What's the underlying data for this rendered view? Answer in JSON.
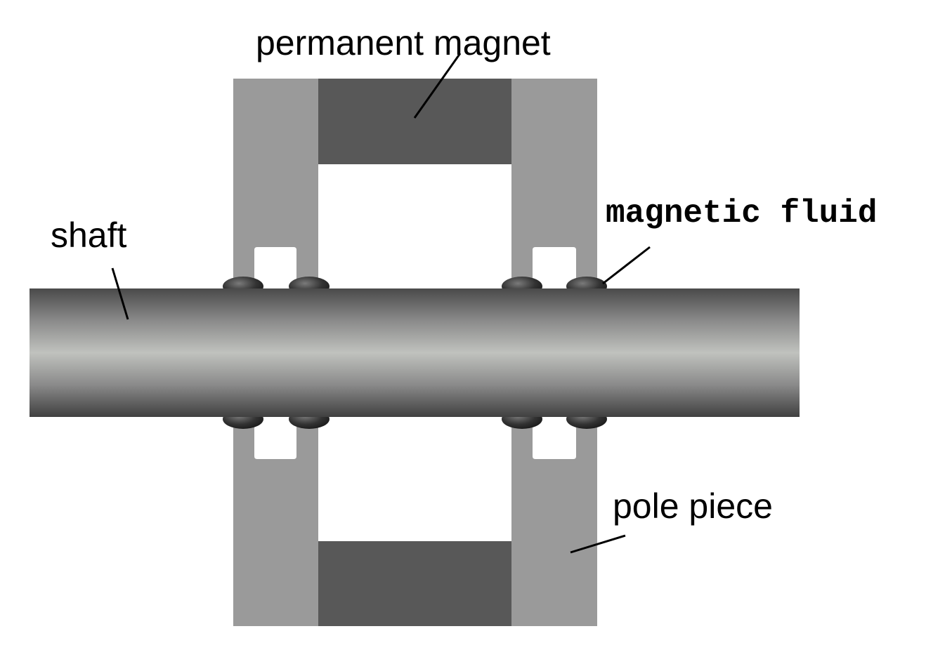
{
  "labels": {
    "permanent_magnet": "permanent magnet",
    "magnetic_fluid": "magnetic fluid",
    "shaft": "shaft",
    "pole_piece": "pole piece"
  },
  "colors": {
    "background": "#ffffff",
    "pole_piece": "#9a9a9a",
    "magnet": "#585858",
    "shaft_dark": "#4a4a4a",
    "shaft_light": "#bfc1bd",
    "fluid": "#2e2e2e"
  }
}
